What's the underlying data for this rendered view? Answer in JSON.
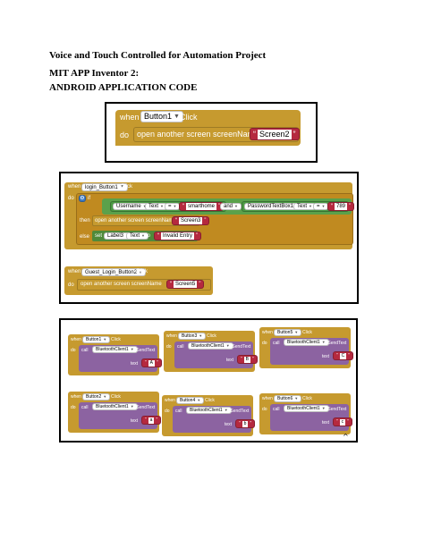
{
  "headings": {
    "line1": "Voice and Touch Controlled for Automation Project",
    "line2": "MIT APP Inventor 2:",
    "line3": "ANDROID APPLICATION CODE"
  },
  "block1": {
    "when": "when",
    "component": "Button1",
    "event": "Click",
    "do": "do",
    "action": "open another screen  screenName",
    "screen": "Screen2"
  },
  "block2": {
    "when": "when",
    "component": "login_Button1",
    "event": "Click",
    "do": "do",
    "if": "if",
    "username_comp": "Username",
    "text_prop": "Text",
    "eq": "=",
    "username_value": "smarthome",
    "and": "and",
    "password_comp": "PasswordTextBox1",
    "password_value": "789",
    "then": "then",
    "then_action": "open another screen  screenName",
    "then_screen": "Screen3",
    "else": "else",
    "set": "set",
    "label_comp": "Label3",
    "to": "to",
    "invalid": "Invalid Entry"
  },
  "block3": {
    "when": "when",
    "component": "Guest_Login_Button2",
    "event": "Click",
    "do": "do",
    "action": "open another screen  screenName",
    "screen": "Screen5"
  },
  "grid": {
    "when": "when",
    "click": "Click",
    "do": "do",
    "call": "call",
    "client": "BluetoothClient1",
    "send": ".SendText",
    "text": "text",
    "items": [
      {
        "button": "Button1",
        "value": "A"
      },
      {
        "button": "Button3",
        "value": "B"
      },
      {
        "button": "Button5",
        "value": "C"
      },
      {
        "button": "Button2",
        "value": "a"
      },
      {
        "button": "Button4",
        "value": "b"
      },
      {
        "button": "Button6",
        "value": "c"
      }
    ]
  },
  "colors": {
    "event": "#c69a2f",
    "procedure": "#8c63a1",
    "string": "#b5293f",
    "logic": "#5ba14b"
  }
}
